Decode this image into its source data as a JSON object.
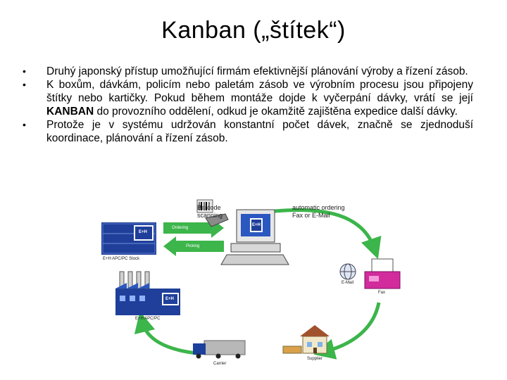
{
  "title": "Kanban („štítek“)",
  "bullets": [
    {
      "text": "Druhý japonský přístup umožňující firmám efektivnější plánování výroby a řízení zásob."
    },
    {
      "text_before": "K boxům, dávkám, policím nebo paletám zásob ve výrobním procesu jsou připojeny štítky nebo kartičky. Pokud během montáže dojde k vyčerpání dávky, vrátí se její ",
      "bold": "KANBAN",
      "text_after": " do provozního oddělení, odkud je okamžitě zajištěna expedice další dávky."
    },
    {
      "text": "Protože je v systému udržován konstantní počet dávek, značně se zjednoduší koordinace, plánování a řízení zásob."
    }
  ],
  "bullet_symbol": "•",
  "diagram": {
    "barcode_label_1": "Barcode",
    "barcode_label_2": "scanning",
    "ordering_label_1": "automatic ordering",
    "ordering_label_2": "Fax or E-Mail",
    "arrow_top_label": "Ordering",
    "arrow_bottom_label": "Picking",
    "stock_label": "E+H APC/PC Stock",
    "factory_label": "E+H APC/PC",
    "email_label": "E-Mail",
    "fax_label": "Fax",
    "carrier_label": "Carrier",
    "supplier_label": "Supplier",
    "logo_text": "E+H",
    "colors": {
      "arrow_green": "#3cb54a",
      "logo_blue": "#1f3f9a",
      "fax_magenta": "#d22b9c",
      "truck_blue": "#1c3f9c"
    }
  }
}
